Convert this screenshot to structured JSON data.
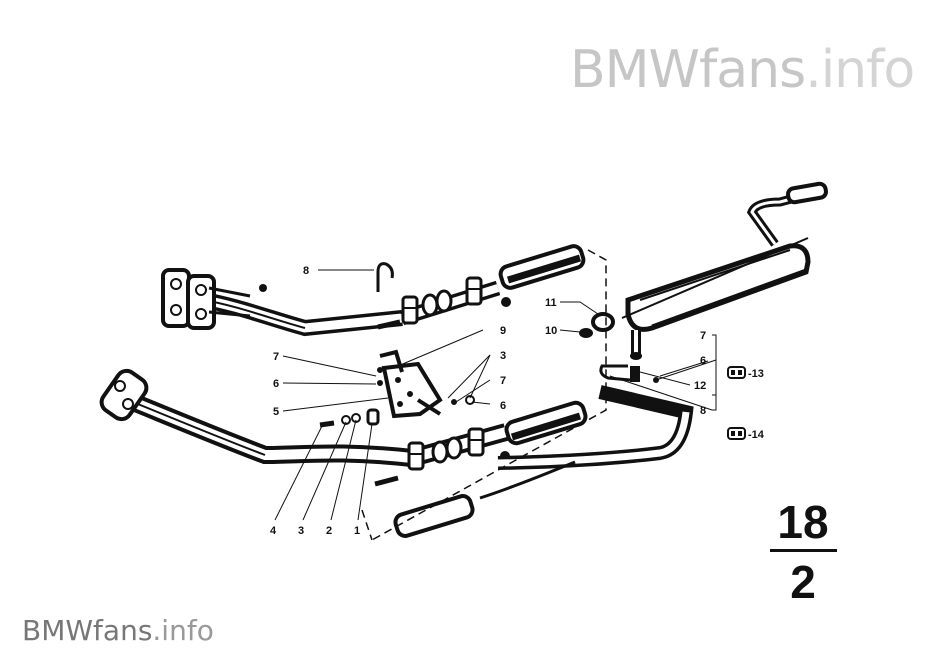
{
  "watermark": {
    "brand": "BMWfans",
    "suffix": ".info"
  },
  "page_number": {
    "top": "18",
    "bottom": "2"
  },
  "callouts": {
    "c1": "1",
    "c2": "2",
    "c3a": "3",
    "c3b": "3",
    "c4": "4",
    "c5": "5",
    "c6a": "6",
    "c6b": "6",
    "c6c": "6",
    "c7a": "7",
    "c7b": "7",
    "c7c": "7",
    "c8a": "8",
    "c8b": "8",
    "c9": "9",
    "c10": "10",
    "c11": "11",
    "c12": "12",
    "c13": "-13",
    "c14": "-14"
  }
}
